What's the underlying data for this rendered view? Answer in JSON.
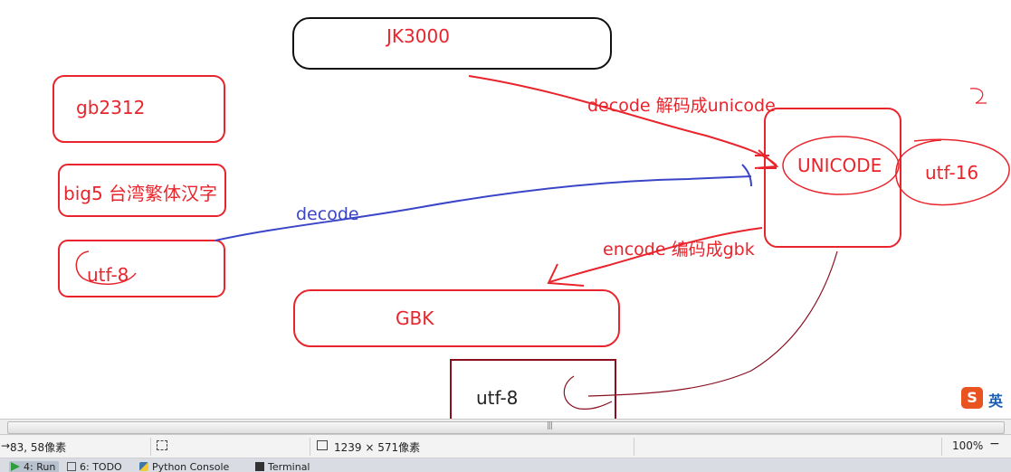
{
  "diagram": {
    "nodes": {
      "jk3000": "JK3000",
      "gb2312": "gb2312",
      "big5": "big5 台湾繁体汉字",
      "utf8_left": "utf-8",
      "unicode": "UNICODE",
      "utf16": "utf-16",
      "gbk": "GBK",
      "utf8_bottom": "utf-8"
    },
    "edges": {
      "decode_unicode": "decode 解码成unicode",
      "decode": "decode",
      "encode_gbk": "encode 编码成gbk"
    },
    "colors": {
      "red": "#e8242c",
      "blue": "#3a45c8",
      "dark_red": "#8a1020",
      "black": "#111111"
    }
  },
  "ime_badge": {
    "icon": "sogou-s-icon",
    "label": "英"
  },
  "statusbar": {
    "cursor_pos": "83, 58像素",
    "selection_size": "1239 × 571像素",
    "zoom": "100%"
  },
  "toolbar": {
    "tabs": [
      "4: Run",
      "6: TODO",
      "Python Console",
      "Terminal"
    ]
  }
}
